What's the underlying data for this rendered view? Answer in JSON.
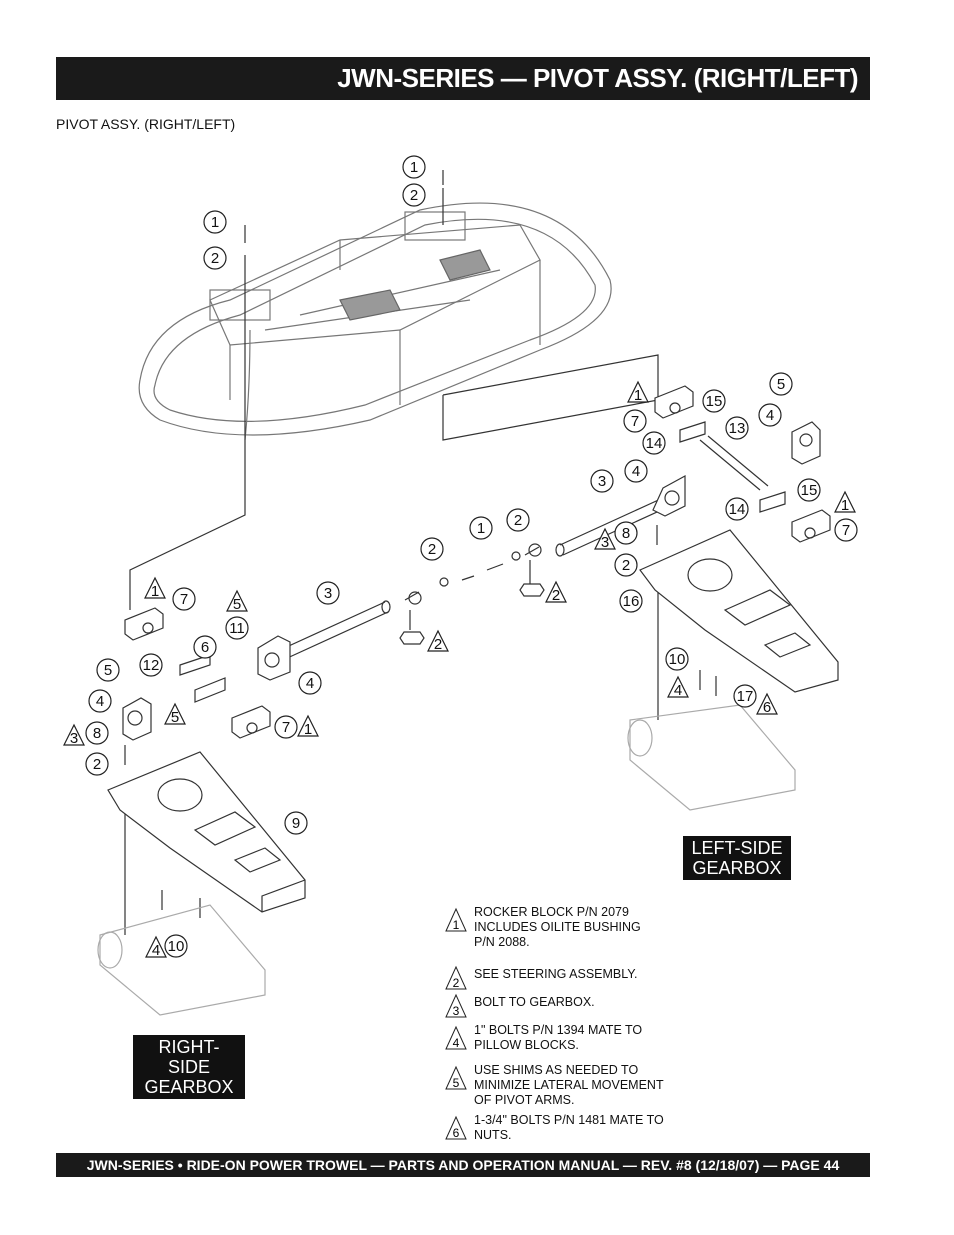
{
  "header": {
    "title": "JWN-SERIES — PIVOT ASSY. (RIGHT/LEFT)"
  },
  "section": {
    "subtitle": "PIVOT ASSY. (RIGHT/LEFT)"
  },
  "labels": {
    "left_gearbox": "LEFT-SIDE\nGEARBOX",
    "right_gearbox": "RIGHT-SIDE\nGEARBOX"
  },
  "notes": [
    {
      "num": "1",
      "text": "ROCKER BLOCK P/N 2079\nINCLUDES OILITE BUSHING\nP/N 2088."
    },
    {
      "num": "2",
      "text": "SEE STEERING ASSEMBLY."
    },
    {
      "num": "3",
      "text": "BOLT TO GEARBOX."
    },
    {
      "num": "4",
      "text": "1\" BOLTS P/N 1394 MATE TO\nPILLOW BLOCKS."
    },
    {
      "num": "5",
      "text": "USE SHIMS AS NEEDED TO\nMINIMIZE LATERAL MOVEMENT\nOF PIVOT ARMS."
    },
    {
      "num": "6",
      "text": "1-3/4\" BOLTS P/N 1481 MATE TO\nNUTS."
    }
  ],
  "callouts": {
    "c1": "1",
    "c2": "2",
    "c3": "3",
    "c4": "4",
    "c5": "5",
    "c6": "6",
    "c7": "7",
    "c8": "8",
    "c9": "9",
    "c10": "10",
    "c11": "11",
    "c12": "12",
    "c13": "13",
    "c14": "14",
    "c15": "15",
    "c16": "16",
    "c17": "17"
  },
  "footer": {
    "text": "JWN-SERIES  • RIDE-ON POWER TROWEL — PARTS AND OPERATION MANUAL — REV. #8 (12/18/07) — PAGE 44"
  }
}
